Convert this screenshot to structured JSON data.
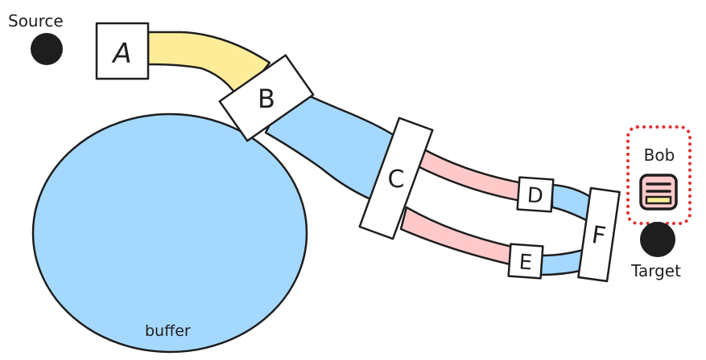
{
  "nodes": {
    "source": "Source",
    "target": "Target",
    "a": "A",
    "b": "B",
    "c": "C",
    "d": "D",
    "e": "E",
    "f": "F",
    "buffer": "buffer",
    "bob": "Bob"
  },
  "colors": {
    "yellow_pipe": "#ffec99",
    "blue_pipe": "#a5d8ff",
    "pink_pipe": "#ffc9c9",
    "bob_border": "#e03131",
    "stroke": "#1e1e1e"
  }
}
